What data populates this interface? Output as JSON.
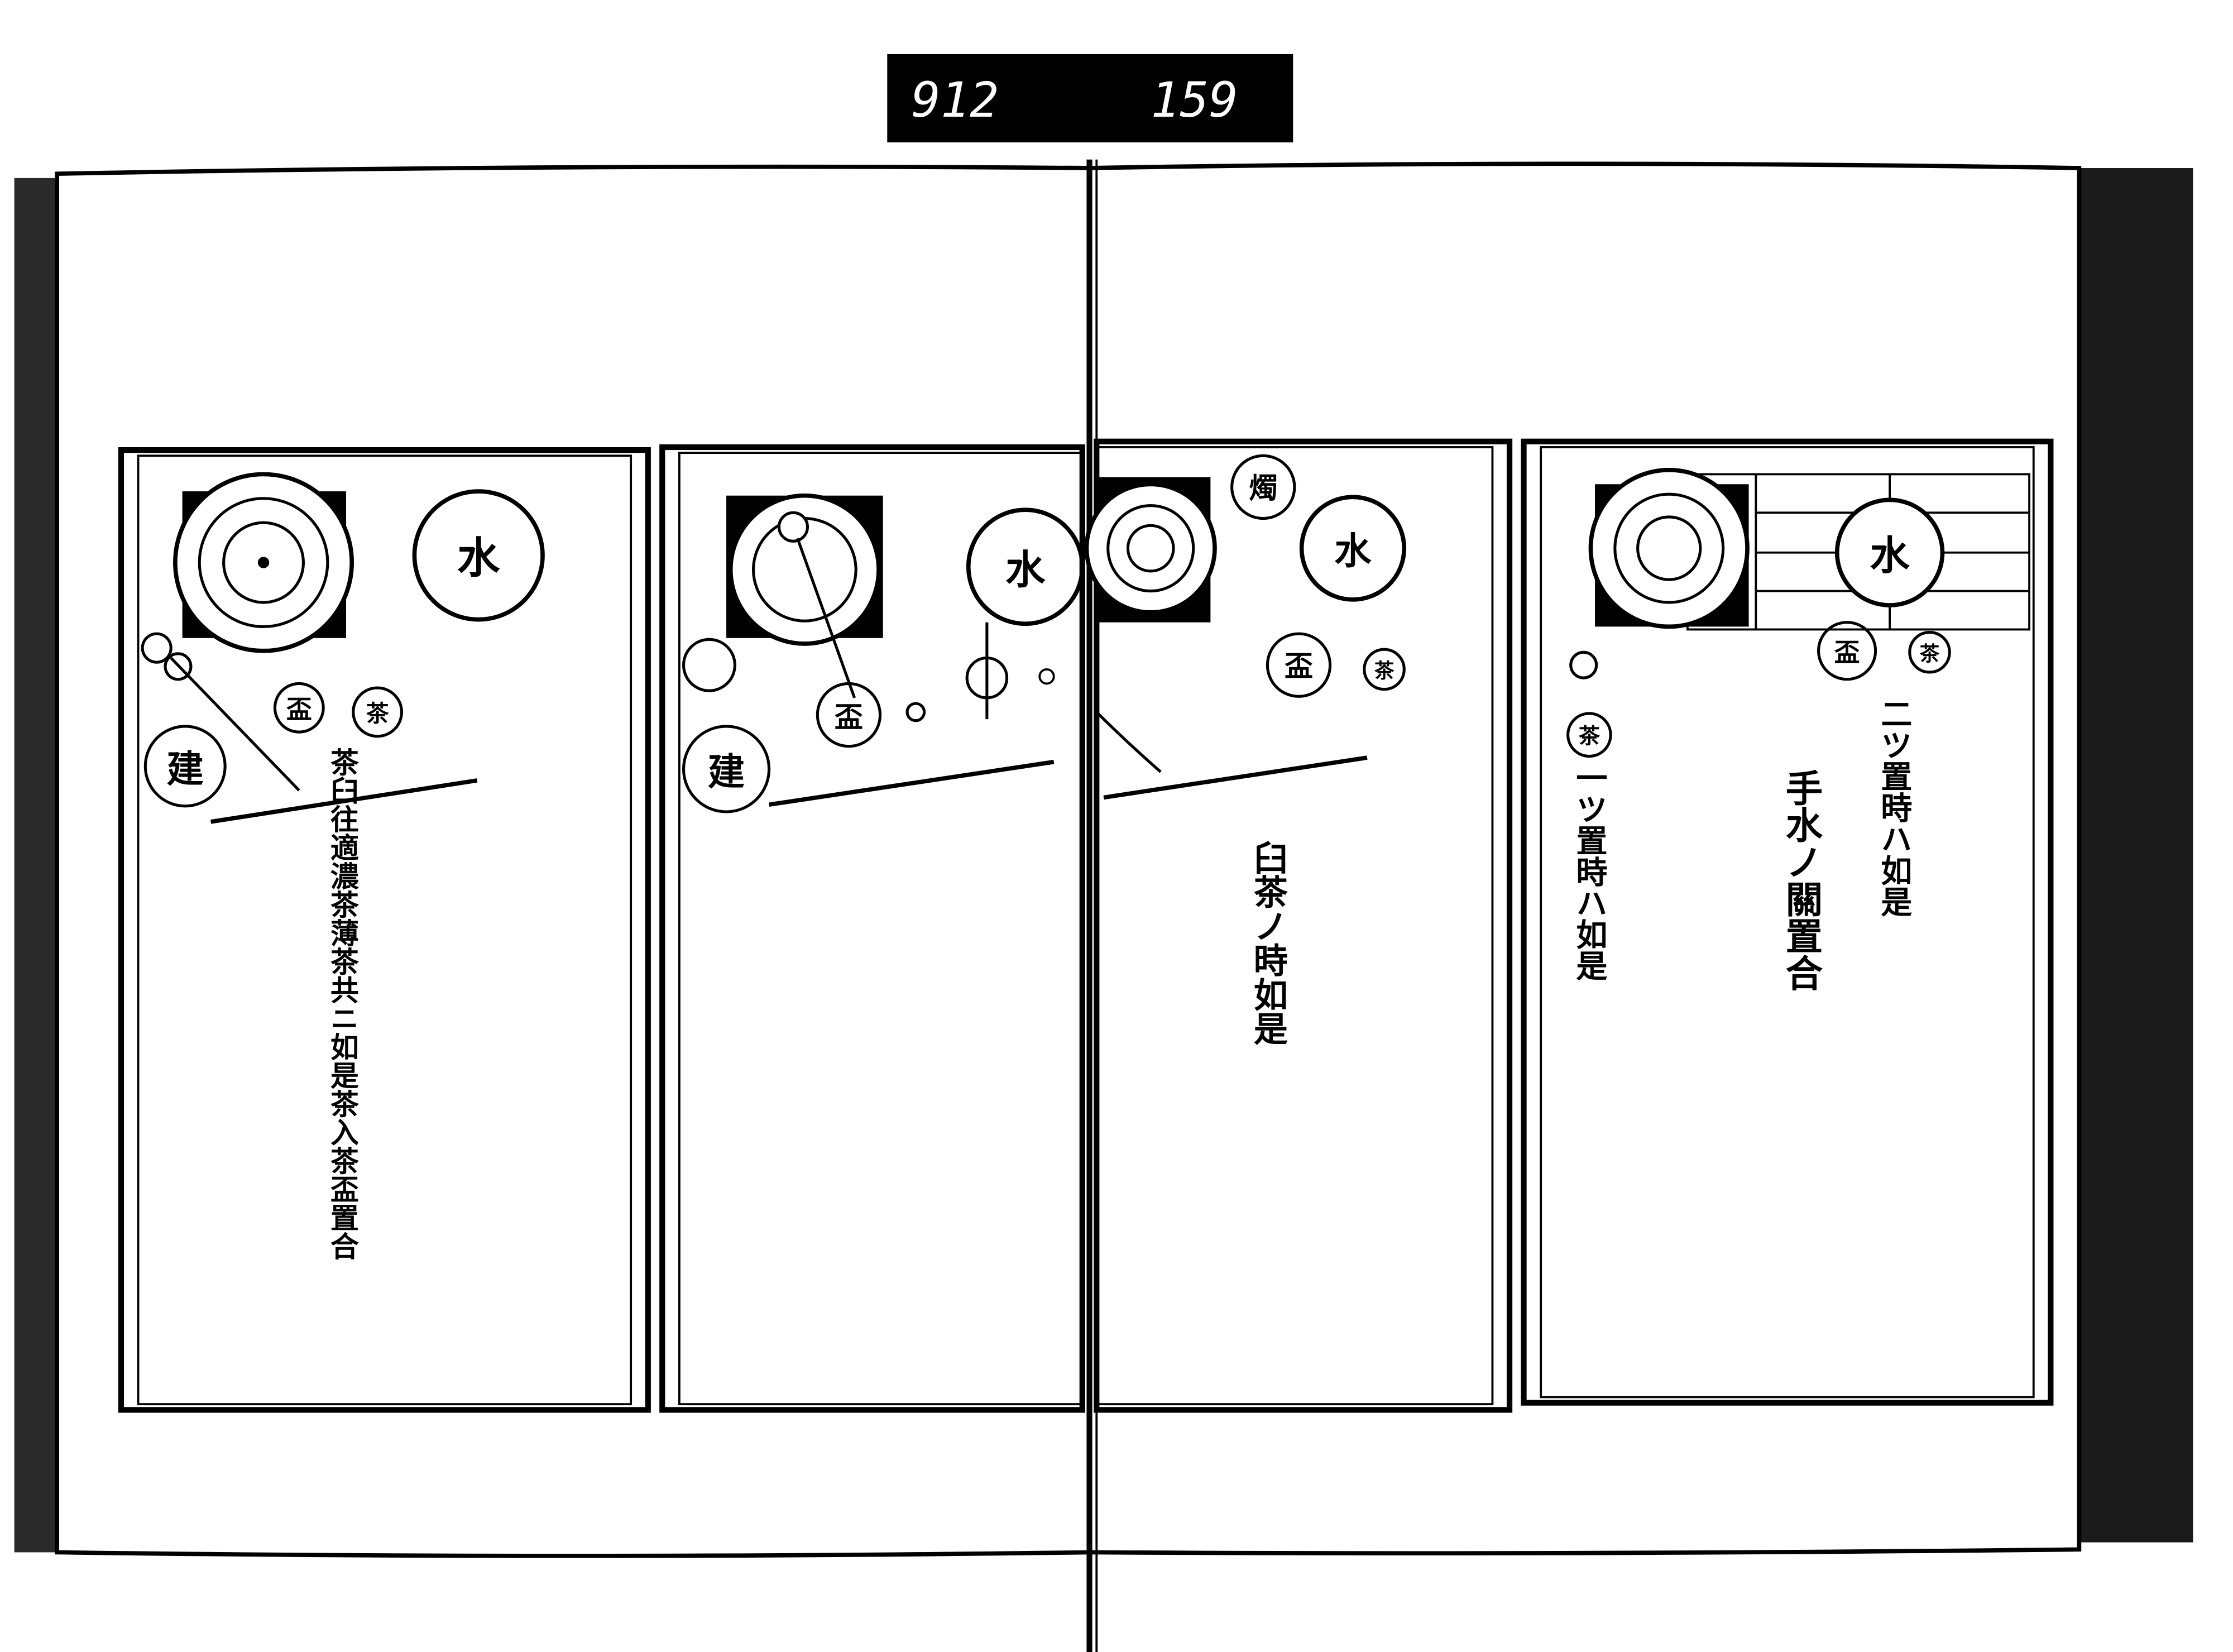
{
  "archive_label": {
    "volume": "912",
    "frame": "159"
  },
  "panels": [
    {
      "labels": {
        "water": "水",
        "cup": "盃",
        "tea": "茶",
        "ewer": "建"
      },
      "caption": "茶臼往適濃茶薄茶共ニ如是茶入茶盃置合"
    },
    {
      "labels": {
        "water": "水",
        "cup": "盃",
        "ewer": "建"
      }
    },
    {
      "labels": {
        "candle": "燭",
        "water": "水",
        "cup": "盃",
        "tea": "茶"
      },
      "caption": "臼茶ノ時如是"
    },
    {
      "labels": {
        "water": "水",
        "cup": "盃",
        "tea": "茶",
        "tea_single": "茶"
      },
      "captions": [
        "二ツ置時ハ如是",
        "手水ノ關置合",
        "一ツ置時ハ如是"
      ]
    }
  ],
  "colors": {
    "ink": "#000000",
    "paper": "#ffffff",
    "page_edge": "#1a1a1a"
  }
}
